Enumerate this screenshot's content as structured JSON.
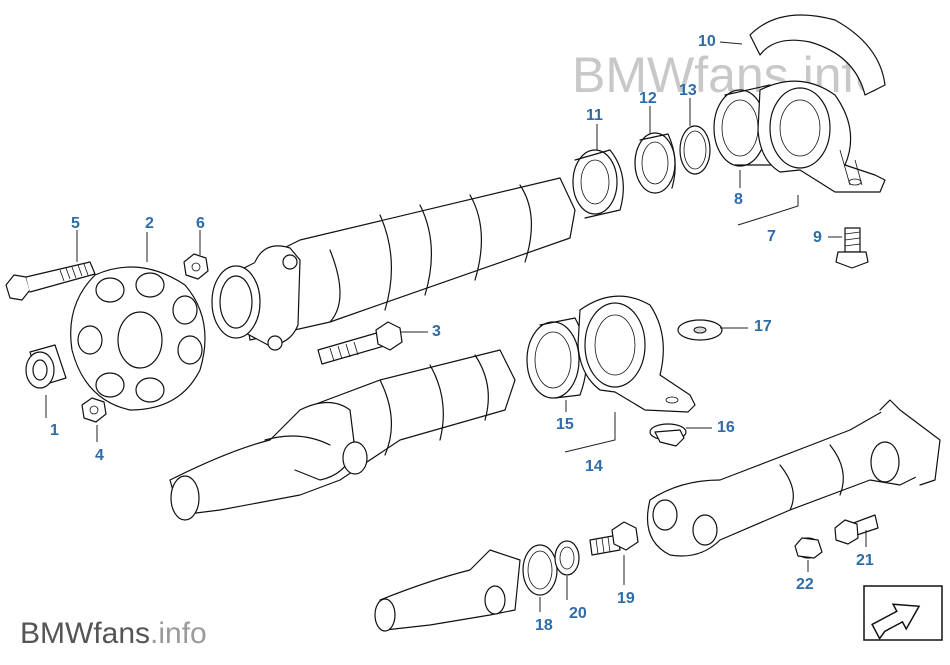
{
  "watermarks": {
    "top": {
      "brand": "BMWfans",
      "suffix": ".info"
    },
    "bottom": {
      "brand": "BMWfans",
      "suffix": ".info"
    }
  },
  "colors": {
    "label": "#2e6ca8",
    "line": "#111111",
    "watermark_top": "#c8c8c8",
    "watermark_brand": "#555555",
    "watermark_suffix": "#9a9a9a"
  },
  "callouts": [
    "1",
    "2",
    "3",
    "4",
    "5",
    "6",
    "7",
    "8",
    "9",
    "10",
    "11",
    "12",
    "13",
    "14",
    "15",
    "16",
    "17",
    "18",
    "19",
    "20",
    "21",
    "22"
  ],
  "nav_icon": "arrow-icon"
}
